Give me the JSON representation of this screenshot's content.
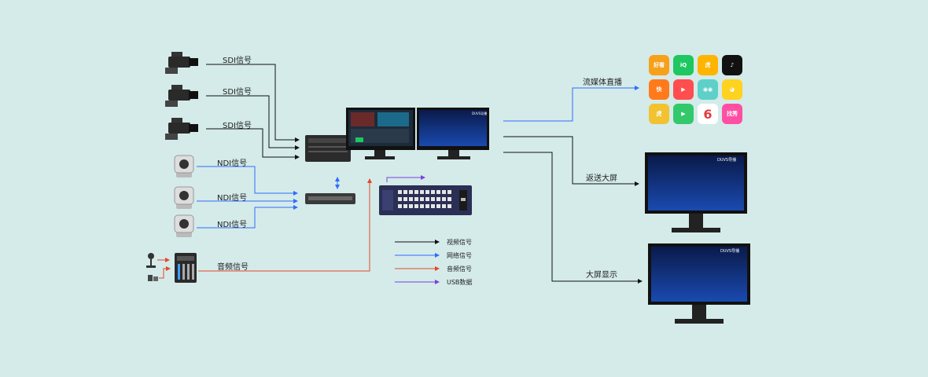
{
  "inputs": {
    "sdi_label": "SDI信号",
    "ndi_label": "NDI信号",
    "audio_label": "音频信号"
  },
  "outputs": {
    "streaming_label": "流媒体直播",
    "send_screen_label": "返送大屏",
    "big_screen_label": "大屏显示"
  },
  "legend": [
    {
      "label": "视频信号",
      "color": "#111111"
    },
    {
      "label": "网络信号",
      "color": "#2f6bff"
    },
    {
      "label": "音频信号",
      "color": "#e8452a"
    },
    {
      "label": "USB数据",
      "color": "#7a3fe0"
    }
  ],
  "monitor_brand": "DUVS导播",
  "app_icons": [
    {
      "name": "haokan",
      "color": "#f7a01b",
      "text": "好看"
    },
    {
      "name": "iqiyi",
      "color": "#1ec760",
      "text": "iQ"
    },
    {
      "name": "huya",
      "color": "#ffb400",
      "text": "虎"
    },
    {
      "name": "douyin",
      "color": "#111111",
      "text": "♪"
    },
    {
      "name": "kuaishou",
      "color": "#ff7a1a",
      "text": "快"
    },
    {
      "name": "huoshan",
      "color": "#ff4e4e",
      "text": "▶"
    },
    {
      "name": "owl",
      "color": "#5ed0c8",
      "text": "◉◉"
    },
    {
      "name": "yellow-face",
      "color": "#ffd21f",
      "text": "◕"
    },
    {
      "name": "huya2",
      "color": "#f2c230",
      "text": "虎"
    },
    {
      "name": "green-play",
      "color": "#33c86b",
      "text": "▶"
    },
    {
      "name": "six",
      "color": "#ffffff",
      "text": "6"
    },
    {
      "name": "pink",
      "color": "#ff4fa3",
      "text": "找秀"
    }
  ],
  "colors": {
    "background": "#d4ebe9",
    "video": "#111111",
    "network": "#2f6bff",
    "audio": "#e8452a",
    "usb": "#7a3fe0"
  }
}
